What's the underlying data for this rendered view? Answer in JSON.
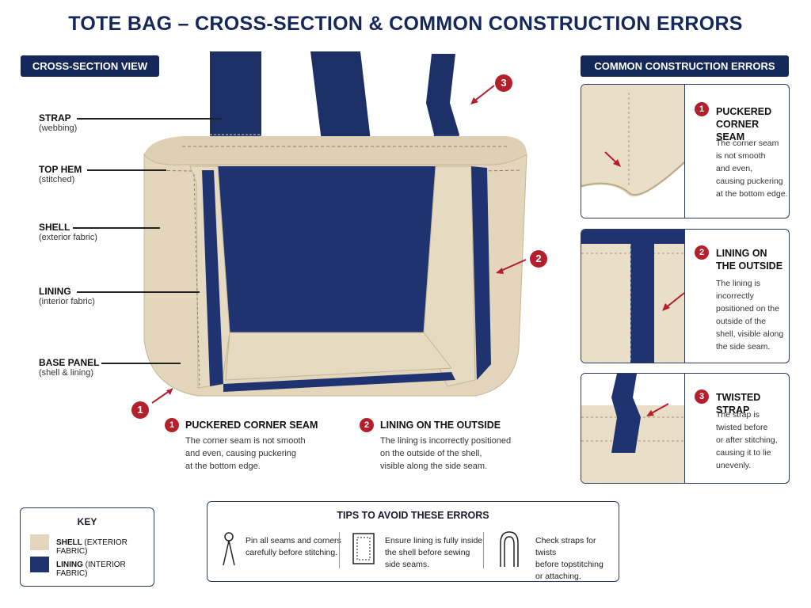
{
  "title": "TOTE BAG – CROSS-SECTION & COMMON CONSTRUCTION ERRORS",
  "cross_section_pill": "CROSS-SECTION VIEW",
  "errors_pill": "COMMON CONSTRUCTION ERRORS",
  "labels": [
    {
      "head": "STRAP",
      "sub": "(webbing)"
    },
    {
      "head": "TOP HEM",
      "sub": "(stitched)"
    },
    {
      "head": "SHELL",
      "sub": "(exterior fabric)"
    },
    {
      "head": "LINING",
      "sub": "(interior fabric)"
    },
    {
      "head": "BASE PANEL",
      "sub": "(shell & lining)"
    }
  ],
  "errors": [
    {
      "num": "1",
      "title": "PUCKERED CORNER SEAM",
      "card_title_1": "PUCKERED",
      "card_title_2": "CORNER SEAM",
      "body_1": "The corner seam is not smooth",
      "body_2": "and even, causing puckering",
      "body_3": "at the bottom edge.",
      "card_lines": [
        "The corner seam",
        "is not smooth",
        "and even,",
        "causing puckering",
        "at the bottom edge."
      ]
    },
    {
      "num": "2",
      "title": "LINING ON THE OUTSIDE",
      "card_title_1": "LINING ON",
      "card_title_2": "THE OUTSIDE",
      "body_1": "The lining is incorrectly positioned",
      "body_2": "on the outside of the shell,",
      "body_3": "visible along the side seam.",
      "card_lines": [
        "The lining is",
        "incorrectly",
        "positioned on the",
        "outside of the",
        "shell, visible along",
        "the side seam."
      ]
    },
    {
      "num": "3",
      "title": "TWISTED STRAP",
      "card_title_1": "TWISTED STRAP",
      "card_lines": [
        "The strap is",
        "twisted before",
        "or after stitching,",
        "causing it to lie",
        "unevenly."
      ]
    }
  ],
  "key": {
    "title": "KEY",
    "shell_label": "SHELL",
    "shell_paren": "(EXTERIOR FABRIC)",
    "lining_label": "LINING",
    "lining_paren": "(INTERIOR FABRIC)"
  },
  "tips": {
    "title": "TIPS TO AVOID THESE ERRORS",
    "items": [
      {
        "line_1": "Pin all seams and corners",
        "line_2": "carefully before stitching."
      },
      {
        "line_1": "Ensure lining is fully inside",
        "line_2": "the shell before sewing",
        "line_3": "side seams."
      },
      {
        "line_1": "Check straps for twists",
        "line_2": "before topstitching",
        "line_3": "or attaching."
      }
    ]
  },
  "colors": {
    "navy": "#14285a",
    "shell": "#e3d6bd",
    "accent_red": "#b3202b"
  }
}
